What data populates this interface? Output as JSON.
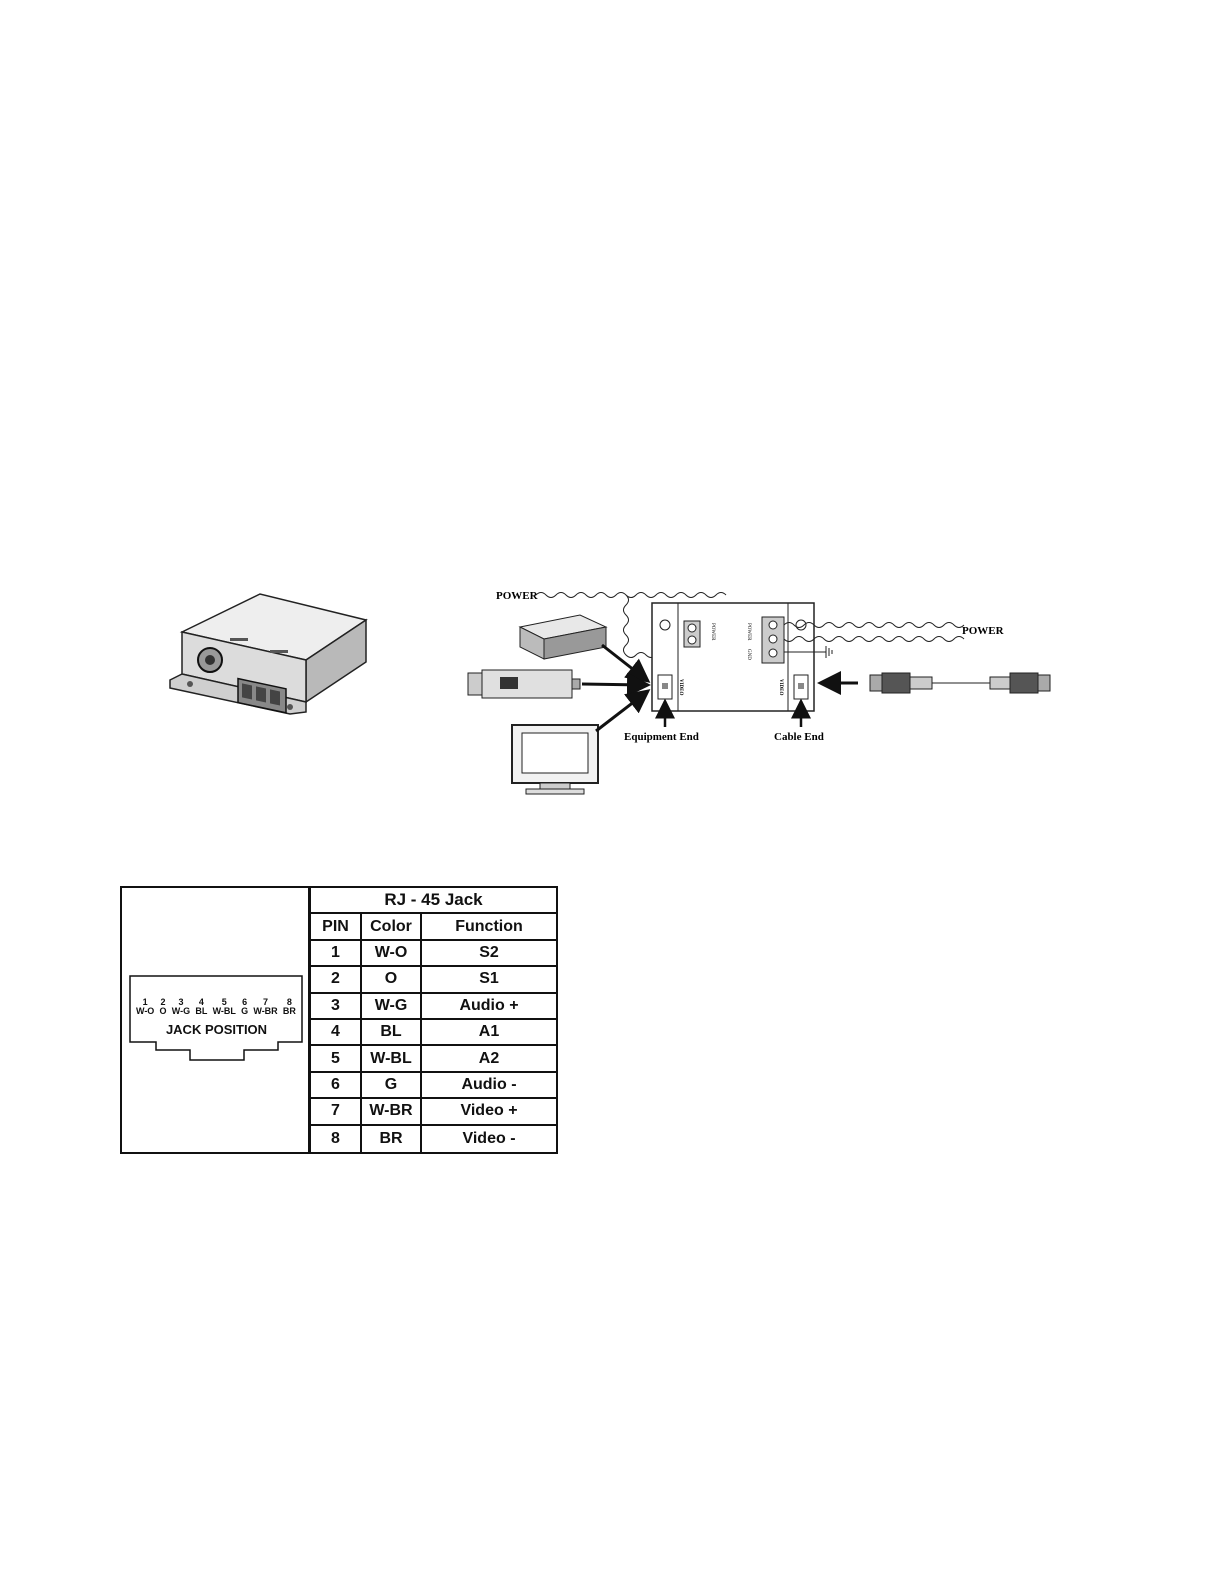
{
  "diagram": {
    "power_left": "POWER",
    "power_right": "POWER",
    "equipment_end": "Equipment End",
    "cable_end": "Cable End",
    "video_left": "VIDEO",
    "video_right": "VIDEO",
    "power_label_left": "POWER",
    "power_label_right": "POWER",
    "gnd_label": "GND"
  },
  "jack": {
    "pins": [
      {
        "num": "1",
        "color": "W-O"
      },
      {
        "num": "2",
        "color": "O"
      },
      {
        "num": "3",
        "color": "W-G"
      },
      {
        "num": "4",
        "color": "BL"
      },
      {
        "num": "5",
        "color": "W-BL"
      },
      {
        "num": "6",
        "color": "G"
      },
      {
        "num": "7",
        "color": "W-BR"
      },
      {
        "num": "8",
        "color": "BR"
      }
    ],
    "position_label": "JACK POSITION"
  },
  "table": {
    "title": "RJ - 45 Jack",
    "headers": [
      "PIN",
      "Color",
      "Function"
    ],
    "rows": [
      [
        "1",
        "W-O",
        "S2"
      ],
      [
        "2",
        "O",
        "S1"
      ],
      [
        "3",
        "W-G",
        "Audio +"
      ],
      [
        "4",
        "BL",
        "A1"
      ],
      [
        "5",
        "W-BL",
        "A2"
      ],
      [
        "6",
        "G",
        "Audio -"
      ],
      [
        "7",
        "W-BR",
        "Video +"
      ],
      [
        "8",
        "BR",
        "Video -"
      ]
    ]
  }
}
